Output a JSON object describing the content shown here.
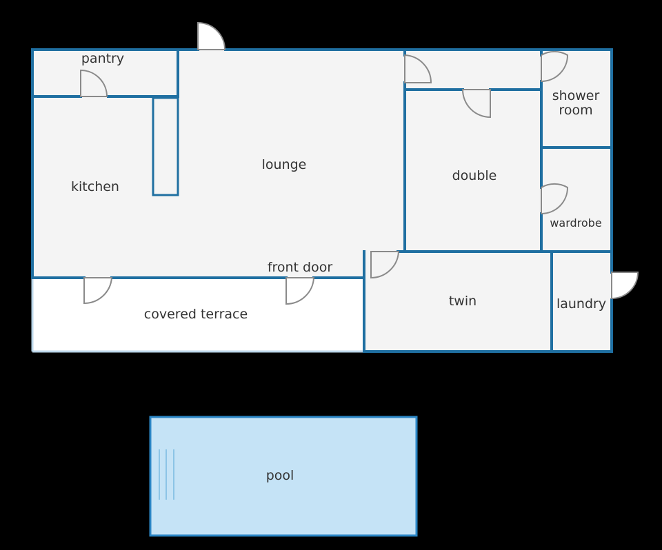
{
  "floorplan": {
    "rooms": {
      "pantry": "pantry",
      "kitchen": "kitchen",
      "lounge": "lounge",
      "double": "double",
      "shower_room_line1": "shower",
      "shower_room_line2": "room",
      "wardrobe": "wardrobe",
      "front_door": "front door",
      "covered_terrace": "covered terrace",
      "twin": "twin",
      "laundry": "laundry",
      "pool": "pool"
    },
    "colors": {
      "background": "#000000",
      "wall": "#1f6fa1",
      "floor": "#f4f4f4",
      "terrace": "#ffffff",
      "pool_fill": "#c5e3f6",
      "pool_border": "#2b86c5",
      "door": "#8a8a8a",
      "text": "#333333"
    }
  }
}
